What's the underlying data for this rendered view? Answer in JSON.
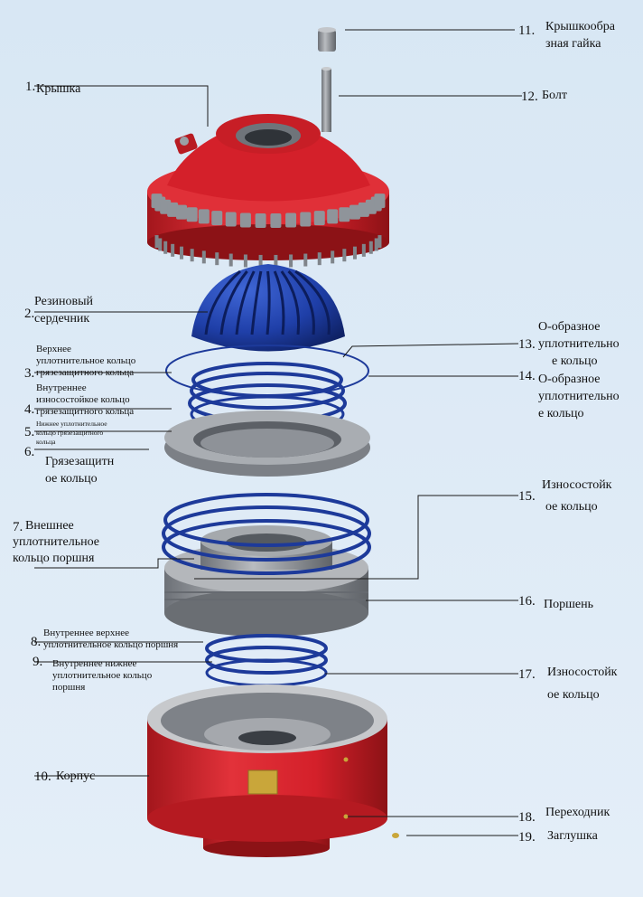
{
  "labels": [
    {
      "id": "1",
      "num": "1.",
      "text": "Крышка"
    },
    {
      "id": "2",
      "num": "2.",
      "text": "Резиновый сердечник",
      "lines": [
        "Резиновый",
        "сердечник"
      ]
    },
    {
      "id": "3",
      "num": "3.",
      "lines": [
        "Верхнее",
        "уплотнительное   кольцо",
        "грязезащитного кольца"
      ]
    },
    {
      "id": "4",
      "num": "4.",
      "lines": [
        "Внутреннее",
        "износостойкое     кольцо",
        "грязезащитного кольца"
      ]
    },
    {
      "id": "5",
      "num": "5.",
      "lines": [
        "Нижнее       уплотнительное",
        "кольцо         грязезащитного",
        "кольца"
      ]
    },
    {
      "id": "6",
      "num": "6.",
      "lines": [
        "Грязезащитн",
        "ое кольцо"
      ]
    },
    {
      "id": "7",
      "num": "7.",
      "lines": [
        "Внешнее",
        "уплотнительное",
        "кольцо поршня"
      ]
    },
    {
      "id": "8",
      "num": "8.",
      "lines": [
        "Внутреннее               верхнее",
        "уплотнительное кольцо поршня"
      ]
    },
    {
      "id": "9",
      "num": "9.",
      "lines": [
        "Внутреннее      нижнее",
        "уплотнительное    кольцо",
        "поршня"
      ]
    },
    {
      "id": "10",
      "num": "10.",
      "text": "Корпус"
    },
    {
      "id": "11",
      "num": "11.",
      "lines": [
        "Крышкообра",
        "зная гайка"
      ]
    },
    {
      "id": "12",
      "num": "12.",
      "text": "Болт"
    },
    {
      "id": "13",
      "num": "13.",
      "lines": [
        "О-образное",
        "уплотнительно",
        "е кольцо"
      ]
    },
    {
      "id": "14",
      "num": "14.",
      "lines": [
        "О-образное",
        "уплотнительно",
        "е кольцо"
      ]
    },
    {
      "id": "15",
      "num": "15.",
      "lines": [
        "Износостойк",
        "ое кольцо"
      ]
    },
    {
      "id": "16",
      "num": "16.",
      "text": "Поршень"
    },
    {
      "id": "17",
      "num": "17.",
      "lines": [
        "Износостойк",
        "ое кольцо"
      ]
    },
    {
      "id": "18",
      "num": "18.",
      "text": "Переходник"
    },
    {
      "id": "19",
      "num": "19.",
      "text": "Заглушка"
    }
  ],
  "colors": {
    "red": "#d4202a",
    "red_dark": "#9e1418",
    "rubber_blue": "#1f3fa8",
    "ring_blue": "#1d3a9a",
    "steel": "#8c9096",
    "bg": "#dbe9f5"
  }
}
